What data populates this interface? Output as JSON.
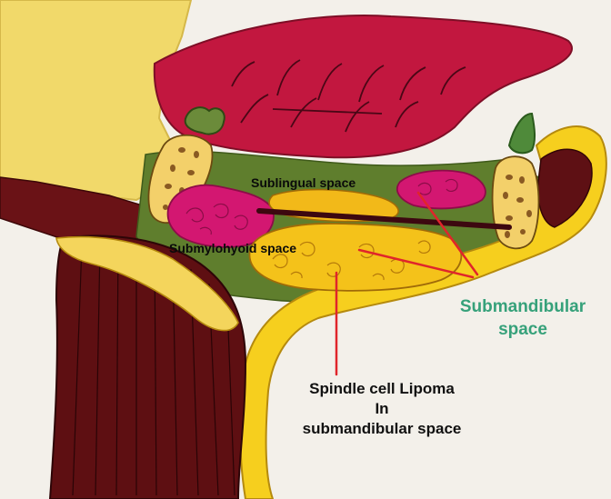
{
  "labels": {
    "sublingual": "Sublingual space",
    "submylohyoid": "Submylohyoid space",
    "submandibular": [
      "Submandibular",
      "space"
    ],
    "lipoma": [
      "Spindle cell Lipoma",
      "In",
      "submandibular space"
    ]
  },
  "colors": {
    "submandibular_label": "#36a17a",
    "pointer_line": "#e0252b",
    "tongue": "#c7163f",
    "sublingual_gland": "#d4136e",
    "lipoma": "#f2c319",
    "mandible_yellow": "#f5d22b",
    "muscle": "#5e0f12",
    "mucosa": "#5a7a2c"
  }
}
